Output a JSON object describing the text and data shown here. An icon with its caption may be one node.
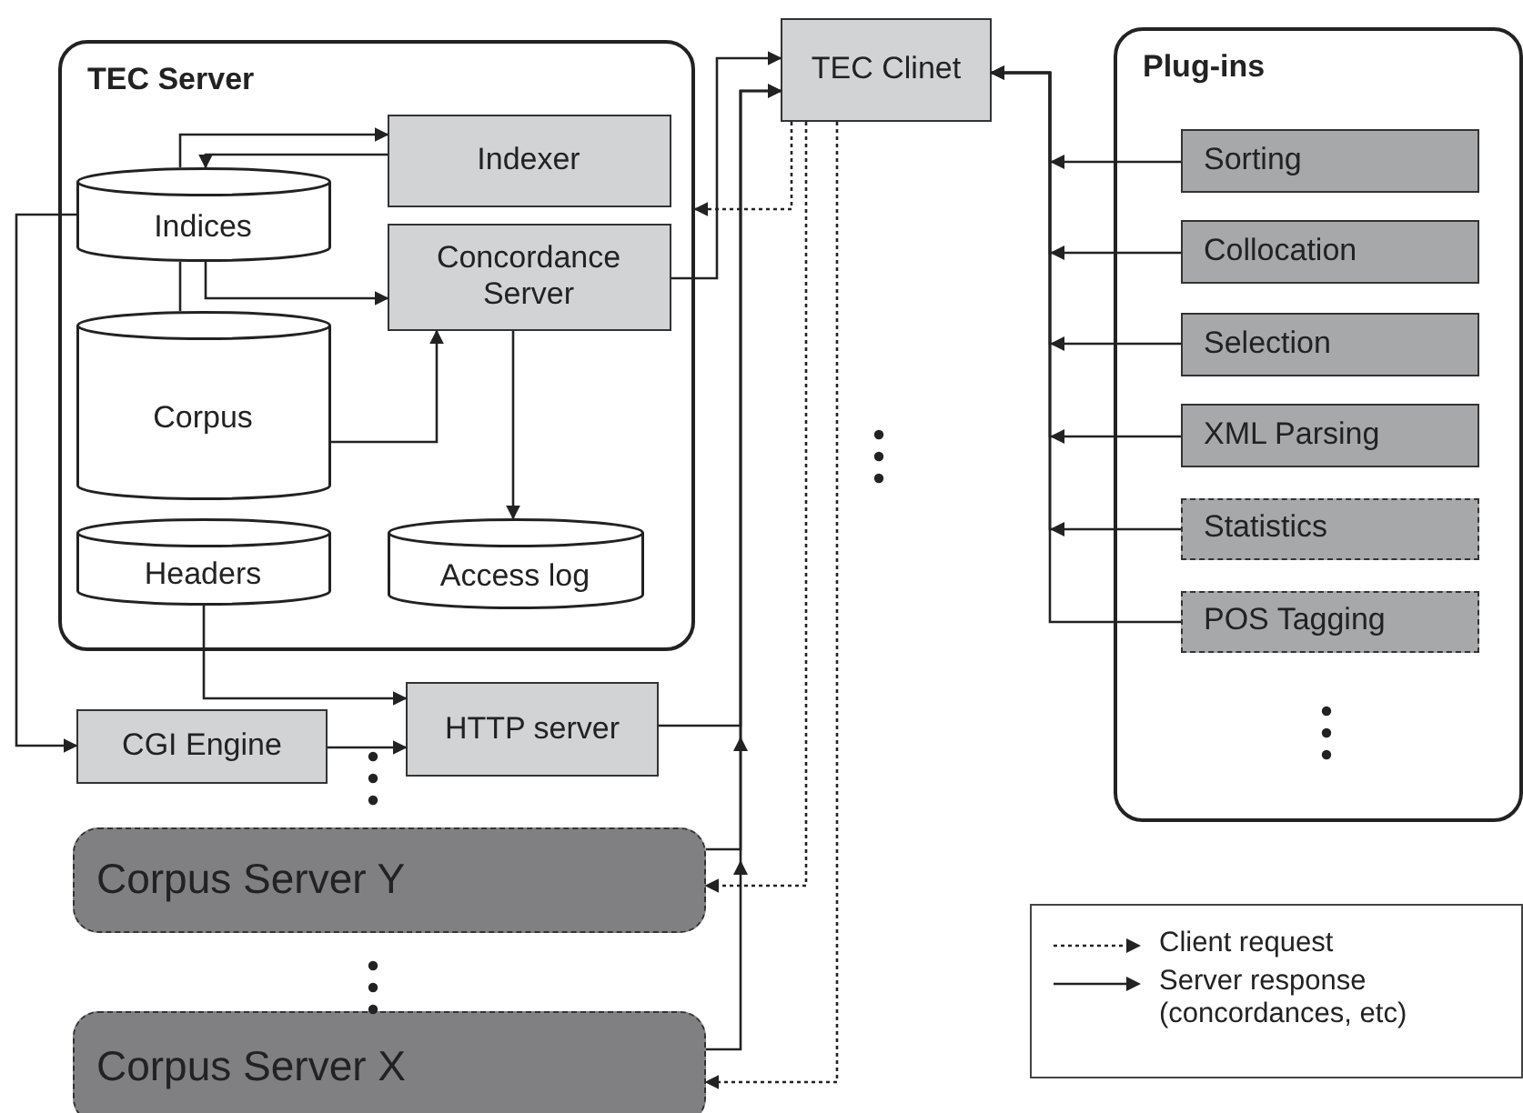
{
  "diagram": {
    "nodes": [
      {
        "text": [
          "TEC Server"
        ]
      },
      {
        "text": [
          "Indexer"
        ],
        "in": 0
      },
      {
        "text": [
          "Indices"
        ],
        "in": 0
      },
      {
        "text": [
          "Concordance Server"
        ],
        "in": 0
      },
      {
        "text": [
          "Corpus"
        ],
        "in": 0
      },
      {
        "text": [
          "Headers"
        ],
        "in": 0
      },
      {
        "text": [
          "Access log"
        ],
        "in": 0
      },
      {
        "text": [
          "TEC Clinet"
        ]
      },
      {
        "text": [
          "Plug-ins"
        ]
      },
      {
        "text": [
          "Sorting"
        ],
        "in": 8
      },
      {
        "text": [
          "Collocation"
        ],
        "in": 8
      },
      {
        "text": [
          "Selection"
        ],
        "in": 8
      },
      {
        "text": [
          "XML Parsing"
        ],
        "in": 8
      },
      {
        "text": [
          "Statistics"
        ],
        "in": 8
      },
      {
        "text": [
          "POS Tagging"
        ],
        "in": 8
      },
      {
        "text": [
          "CGI Engine"
        ]
      },
      {
        "text": [
          "HTTP server"
        ]
      },
      {
        "text": [
          "Corpus Server Y"
        ]
      },
      {
        "text": [
          "Corpus Server X"
        ]
      }
    ],
    "edges": [
      {
        "from": 2,
        "to": 1,
        "arrow": "to"
      },
      {
        "from": 1,
        "to": 2,
        "arrow": "to"
      },
      {
        "from": 2,
        "to": 3,
        "arrow": "to"
      },
      {
        "from": 2,
        "to": 4,
        "arrow": "none"
      },
      {
        "from": 4,
        "to": 3,
        "arrow": "to"
      },
      {
        "from": 3,
        "to": 6,
        "arrow": "to"
      },
      {
        "from": 3,
        "to": 7,
        "arrow": "to"
      },
      {
        "from": 7,
        "to": 0,
        "arrow": "to",
        "style": "dashed"
      },
      {
        "from": 2,
        "to": 15,
        "arrow": "to"
      },
      {
        "from": 5,
        "to": 16,
        "arrow": "to"
      },
      {
        "from": 15,
        "to": 16,
        "arrow": "to"
      },
      {
        "from": 16,
        "to": 7,
        "arrow": "to"
      },
      {
        "from": 17,
        "to": 7,
        "arrow": "to"
      },
      {
        "from": 18,
        "to": 7,
        "arrow": "to"
      },
      {
        "from": 7,
        "to": 17,
        "arrow": "to",
        "style": "dashed"
      },
      {
        "from": 7,
        "to": 18,
        "arrow": "to",
        "style": "dashed"
      },
      {
        "from": 9,
        "to": 7,
        "arrow": "to"
      },
      {
        "from": 10,
        "to": 7,
        "arrow": "to"
      },
      {
        "from": 11,
        "to": 7,
        "arrow": "to"
      },
      {
        "from": 12,
        "to": 7,
        "arrow": "to"
      },
      {
        "from": 13,
        "to": 7,
        "arrow": "to"
      },
      {
        "from": 14,
        "to": 7,
        "arrow": "to"
      }
    ],
    "legend": [
      {
        "text": "Client request"
      },
      {
        "text": "Server response (concordances, etc)"
      }
    ]
  }
}
